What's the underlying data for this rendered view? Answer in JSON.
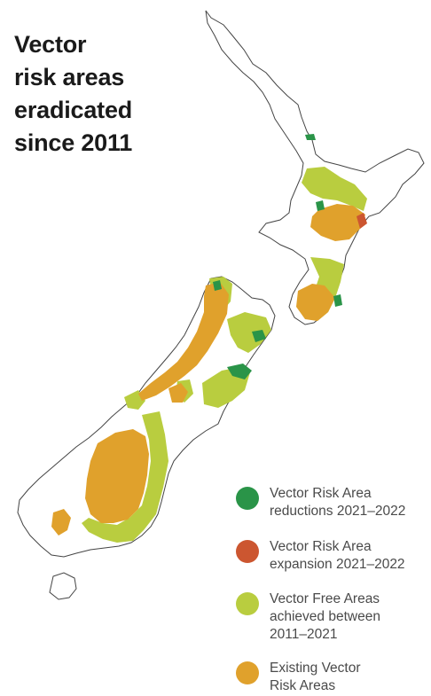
{
  "title": {
    "line1": "Vector",
    "line2": "risk areas",
    "line3": "eradicated",
    "line4": "since 2011"
  },
  "colors": {
    "reduction": "#2a9448",
    "expansion": "#cc5630",
    "vector_free": "#b9cd3f",
    "existing": "#e0a12c",
    "coast": "#444444"
  },
  "legend": [
    {
      "label": "Vector Risk Area\nreductions 2021–2022",
      "color": "#2a9448"
    },
    {
      "label": "Vector Risk Area\nexpansion 2021–2022",
      "color": "#cc5630"
    },
    {
      "label": "Vector Free Areas\nachieved between\n2011–2021",
      "color": "#b9cd3f"
    },
    {
      "label": "Existing Vector\nRisk Areas",
      "color": "#e0a12c"
    }
  ]
}
